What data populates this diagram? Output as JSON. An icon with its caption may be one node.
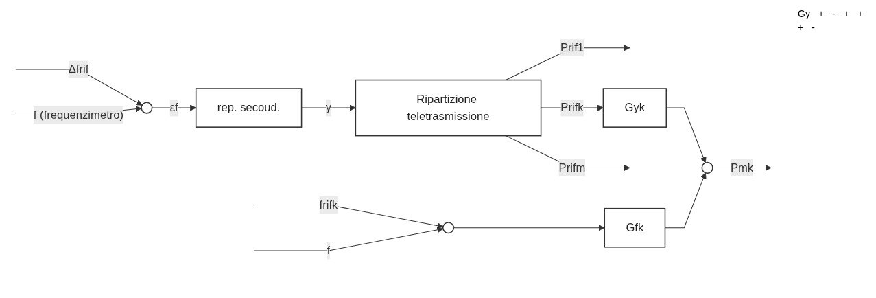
{
  "diagram": {
    "nodes": [
      {
        "text": [],
        "shape": "circle"
      },
      {
        "text": [
          "rep. secoud."
        ]
      },
      {
        "text": [
          "Ripartizione teletrasmissione"
        ]
      },
      {
        "text": [
          "Gyk"
        ]
      },
      {
        "text": [],
        "shape": "circle"
      },
      {
        "text": [
          "Gfk"
        ]
      },
      {
        "text": [],
        "shape": "circle"
      }
    ],
    "edges": [
      {
        "from": null,
        "to": 0,
        "arrow": "to",
        "label": "Δfrif"
      },
      {
        "from": null,
        "to": 0,
        "arrow": "to",
        "label": "f (frequenzimetro)"
      },
      {
        "from": 0,
        "to": 1,
        "arrow": "to",
        "label": "εf"
      },
      {
        "from": 1,
        "to": 2,
        "arrow": "to",
        "label": "y"
      },
      {
        "from": 2,
        "to": null,
        "arrow": "to",
        "label": "Prif1"
      },
      {
        "from": 2,
        "to": 3,
        "arrow": "to",
        "label": "Prifk"
      },
      {
        "from": 2,
        "to": null,
        "arrow": "to",
        "label": "Prifm"
      },
      {
        "from": 3,
        "to": 4,
        "arrow": "to"
      },
      {
        "from": 5,
        "to": 4,
        "arrow": "to"
      },
      {
        "from": 4,
        "to": null,
        "arrow": "to",
        "label": "Pmk"
      },
      {
        "from": null,
        "to": 6,
        "arrow": "to",
        "label": "frifk"
      },
      {
        "from": null,
        "to": 6,
        "arrow": "to",
        "label": "f"
      },
      {
        "from": 6,
        "to": 5,
        "arrow": "to"
      }
    ],
    "labels": [
      "Gy",
      "+",
      "-",
      "+",
      "+",
      "+",
      "-"
    ]
  }
}
